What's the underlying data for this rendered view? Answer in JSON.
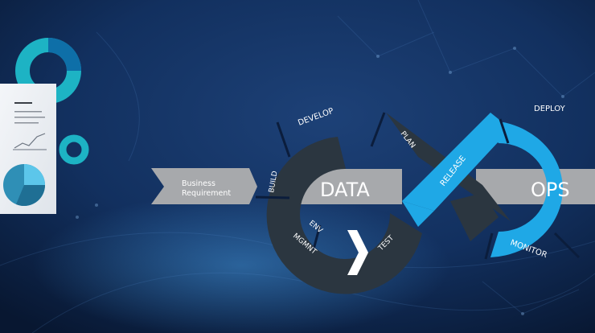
{
  "colors": {
    "background_dark": "#081731",
    "background_mid": "#1b3a6b",
    "dark_loop": "#2b3640",
    "blue_loop": "#1fa8e6",
    "banner_gray": "#a7a9ac",
    "text_white": "#ffffff"
  },
  "banner": {
    "business_requirement": [
      "Business",
      "Requirement"
    ],
    "data_label": "DATA",
    "ops_label": "OPS"
  },
  "dev_loop": {
    "develop": "DEVELOP",
    "plan": "PLAN",
    "build": "BUILD",
    "env": [
      "ENV",
      "MGMNT"
    ],
    "test": "TEST"
  },
  "ops_loop": {
    "release": "RELEASE",
    "deploy": "DEPLOY",
    "monitor": "MONITOR"
  },
  "decor": {
    "report_card_icon": "report-chart-icon",
    "donut_icon": "donut-chart-icon",
    "pie_icon": "pie-chart-icon",
    "chevron_icon": "chevron-right-icon"
  }
}
